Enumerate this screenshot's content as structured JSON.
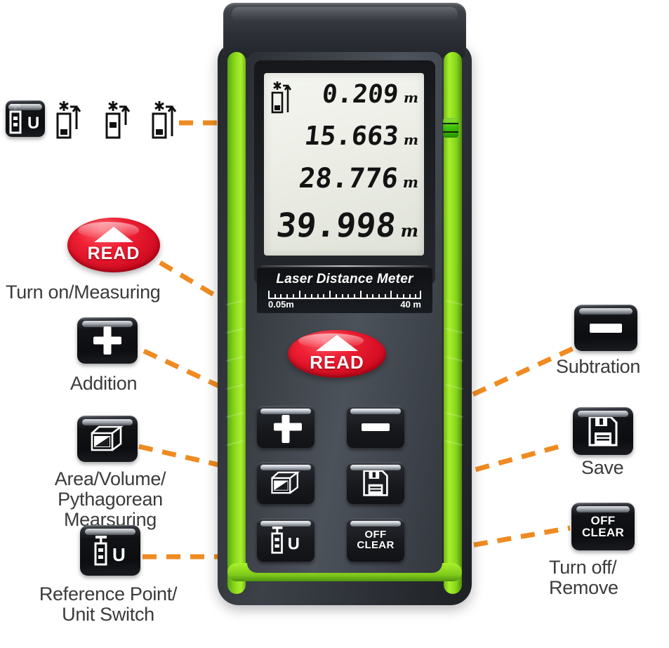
{
  "product": {
    "brand_text": "Laser Distance Meter",
    "scale_min": "0.05m",
    "scale_max": "40 m",
    "read_button_label": "READ",
    "off_clear_line1": "OFF",
    "off_clear_line2": "CLEAR",
    "unit_key_letter": "U"
  },
  "display": {
    "unit": "m",
    "readings": [
      {
        "value": "0.209",
        "unit": "m"
      },
      {
        "value": "15.663",
        "unit": "m"
      },
      {
        "value": "28.776",
        "unit": "m"
      },
      {
        "value": "39.998",
        "unit": "m"
      }
    ],
    "reference_indicator_icon": "reference-point-front-icon"
  },
  "reference_icons": {
    "legend": [
      {
        "icon": "unit-switch-key-icon",
        "name": "reference-unit-key"
      },
      {
        "icon": "measure-from-rear-icon",
        "name": "reference-from-rear"
      },
      {
        "icon": "measure-from-center-icon",
        "name": "reference-from-center"
      },
      {
        "icon": "measure-from-front-icon",
        "name": "reference-from-front"
      }
    ]
  },
  "callouts": {
    "left": [
      {
        "id": "read",
        "label": "Turn on/Measuring",
        "icon": "read-button-icon"
      },
      {
        "id": "plus",
        "label": "Addition",
        "icon": "plus-key-icon"
      },
      {
        "id": "area",
        "label": "Area/Volume/\nPythagorean\nMearsuring",
        "icon": "area-volume-key-icon"
      },
      {
        "id": "unit",
        "label": "Reference Point/\nUnit Switch",
        "icon": "reference-unit-key-icon"
      }
    ],
    "right": [
      {
        "id": "minus",
        "label": "Subtration",
        "icon": "minus-key-icon"
      },
      {
        "id": "save",
        "label": "Save",
        "icon": "floppy-save-key-icon"
      },
      {
        "id": "off",
        "label": "Turn off/\nRemove",
        "icon": "off-clear-key-icon"
      }
    ]
  },
  "colors": {
    "accent_green": "#a8f12c",
    "callout_orange": "#ef8b21",
    "read_red": "#ef2033",
    "body_dark": "#2e3238",
    "lcd_background": "#eceee6",
    "text_gray": "#3b3b3b"
  }
}
